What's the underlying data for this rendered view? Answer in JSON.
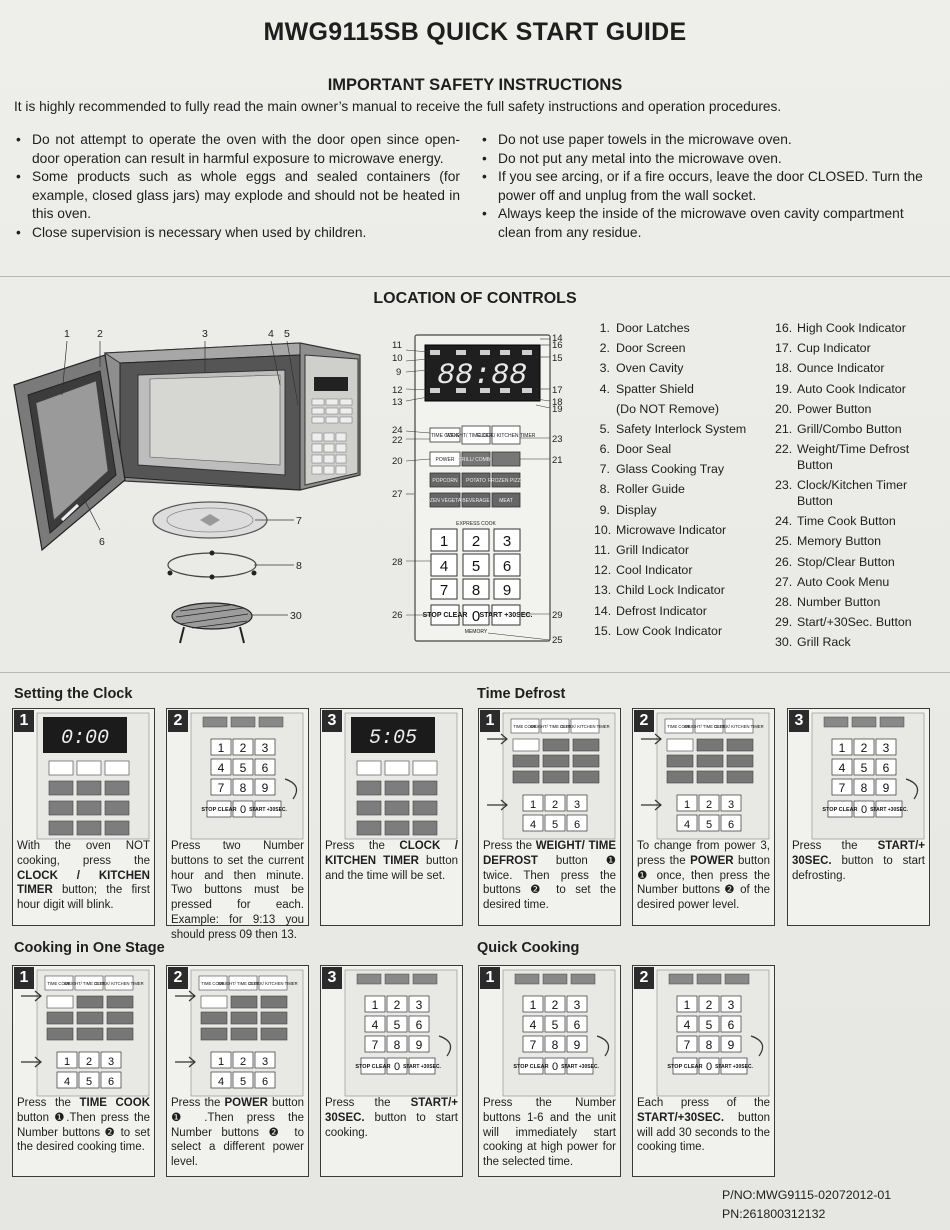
{
  "title": "MWG9115SB QUICK START GUIDE",
  "safety": {
    "heading": "IMPORTANT SAFETY INSTRUCTIONS",
    "intro": "It is highly recommended to fully read the main owner’s manual to receive the full safety instructions and operation procedures.",
    "left": [
      "Do not attempt to operate the oven with the door open since open-door operation can result in harmful exposure to microwave energy.",
      "Some products such as whole eggs and sealed containers (for example, closed glass jars) may explode and should not be heated in this oven.",
      "Close supervision is necessary when used by children."
    ],
    "right": [
      "Do not use paper towels in the microwave oven.",
      "Do not put any metal into the microwave oven.",
      "If you see arcing, or if a fire occurs, leave the door CLOSED. Turn the power off and unplug from the wall socket.",
      "Always keep the inside of the microwave oven cavity compartment clean from any residue."
    ]
  },
  "location": {
    "heading": "LOCATION OF CONTROLS",
    "display_text": "88:88",
    "panel_buttons": {
      "time_cook": "TIME COOK",
      "weight_defrost": "WEIGHT/ TIME DEFROST",
      "clock_timer": "CLOCK/ KITCHEN TIMER",
      "power": "POWER",
      "grill_combo": "GRILL/ COMBO",
      "auto1": "POPCORN",
      "auto2": "POTATO",
      "auto3": "FROZEN PIZZA",
      "auto4": "FROZEN VEGETABLE",
      "auto5": "BEVERAGE",
      "auto6": "MEAT",
      "express": "EXPRESS COOK",
      "stop": "STOP CLEAR",
      "start": "START +30SEC.",
      "memory": "MEMORY"
    },
    "items_col1": [
      {
        "n": "1.",
        "t": "Door Latches"
      },
      {
        "n": "2.",
        "t": "Door Screen"
      },
      {
        "n": "3.",
        "t": "Oven Cavity"
      },
      {
        "n": "4.",
        "t": "Spatter Shield"
      },
      {
        "n": "",
        "t": "(Do NOT Remove)"
      },
      {
        "n": "5.",
        "t": "Safety Interlock System"
      },
      {
        "n": "6.",
        "t": "Door Seal"
      },
      {
        "n": "7.",
        "t": "Glass Cooking Tray"
      },
      {
        "n": "8.",
        "t": "Roller Guide"
      },
      {
        "n": "9.",
        "t": "Display"
      },
      {
        "n": "10.",
        "t": "Microwave Indicator"
      },
      {
        "n": "11.",
        "t": "Grill Indicator"
      },
      {
        "n": "12.",
        "t": "Cool Indicator"
      },
      {
        "n": "13.",
        "t": "Child Lock Indicator"
      },
      {
        "n": "14.",
        "t": "Defrost Indicator"
      },
      {
        "n": "15.",
        "t": "Low Cook Indicator"
      }
    ],
    "items_col2": [
      {
        "n": "16.",
        "t": "High Cook Indicator"
      },
      {
        "n": "17.",
        "t": "Cup Indicator"
      },
      {
        "n": "18.",
        "t": "Ounce Indicator"
      },
      {
        "n": "19.",
        "t": "Auto Cook Indicator"
      },
      {
        "n": "20.",
        "t": "Power Button"
      },
      {
        "n": "21.",
        "t": "Grill/Combo Button"
      },
      {
        "n": "22.",
        "t": "Weight/Time Defrost Button"
      },
      {
        "n": "23.",
        "t": "Clock/Kitchen Timer Button"
      },
      {
        "n": "24.",
        "t": "Time Cook Button"
      },
      {
        "n": "25.",
        "t": "Memory Button"
      },
      {
        "n": "26.",
        "t": "Stop/Clear Button"
      },
      {
        "n": "27.",
        "t": "Auto Cook Menu"
      },
      {
        "n": "28.",
        "t": "Number Button"
      },
      {
        "n": "29.",
        "t": "Start/+30Sec. Button"
      },
      {
        "n": "30.",
        "t": "Grill Rack"
      }
    ],
    "callouts": {
      "c1": "1",
      "c2": "2",
      "c3": "3",
      "c4": "4",
      "c5": "5",
      "c6": "6",
      "c7": "7",
      "c8": "8",
      "c9": "9",
      "c10": "10",
      "c11": "11",
      "c12": "12",
      "c13": "13",
      "c14": "14",
      "c15": "15",
      "c16": "16",
      "c17": "17",
      "c18": "18",
      "c19": "19",
      "c20": "20",
      "c21": "21",
      "c22": "22",
      "c23": "23",
      "c24": "24",
      "c25": "25",
      "c26": "26",
      "c27": "27",
      "c28": "28",
      "c29": "29",
      "c30": "30"
    }
  },
  "sections": {
    "clock": "Setting the Clock",
    "defrost": "Time Defrost",
    "one_stage": "Cooking in One Stage",
    "quick": "Quick Cooking"
  },
  "steps": {
    "clock1": {
      "n": "1",
      "display": "0:00",
      "caption_pre": "With the oven NOT cooking, press the ",
      "caption_bold": "CLOCK / KITCHEN TIMER",
      "caption_post": " button; the first hour digit will blink."
    },
    "clock2": {
      "n": "2",
      "caption": "Press two Number buttons to set the current hour and then minute. Two buttons must be pressed for each. Example: for 9:13 you should press 09 then 13."
    },
    "clock3": {
      "n": "3",
      "display": "5:05",
      "caption_pre": "Press the ",
      "caption_bold": "CLOCK / KITCHEN TIMER",
      "caption_post": " button and the time will be set."
    },
    "def1": {
      "n": "1",
      "caption_pre": "Press the ",
      "caption_bold": "WEIGHT/ TIME DEFROST",
      "caption_post": " button ❶ twice. Then press the buttons ❷ to set the desired time."
    },
    "def2": {
      "n": "2",
      "caption_pre": "To change from power 3, press the ",
      "caption_bold": "POWER",
      "caption_post": " button ❶ once, then press the Number buttons ❷ of the desired power level."
    },
    "def3": {
      "n": "3",
      "caption_pre": "Press the ",
      "caption_bold": "START/+ 30SEC.",
      "caption_post": " button to start defrosting."
    },
    "one1": {
      "n": "1",
      "caption_pre": "Press the ",
      "caption_bold": "TIME COOK",
      "caption_post": " button ❶.Then press the Number buttons ❷ to set the desired cooking time."
    },
    "one2": {
      "n": "2",
      "caption_pre": "Press the ",
      "caption_bold": "POWER",
      "caption_post": " button ❶ .Then press the Number buttons ❷ to select a different power level."
    },
    "one3": {
      "n": "3",
      "caption_pre": "Press the ",
      "caption_bold": "START/+ 30SEC.",
      "caption_post": " button to start cooking."
    },
    "quick1": {
      "n": "1",
      "caption": "Press the Number buttons 1-6 and the unit will immediately start cooking at high power for the selected time."
    },
    "quick2": {
      "n": "2",
      "caption_pre": "Each press of the ",
      "caption_bold": "START/+30SEC.",
      "caption_post": " button will add 30 seconds to the cooking time."
    }
  },
  "keypad": [
    "1",
    "2",
    "3",
    "4",
    "5",
    "6",
    "7",
    "8",
    "9",
    "0"
  ],
  "footer": {
    "pno": "P/NO:MWG9115-02072012-01",
    "pn": "PN:261800312132"
  }
}
